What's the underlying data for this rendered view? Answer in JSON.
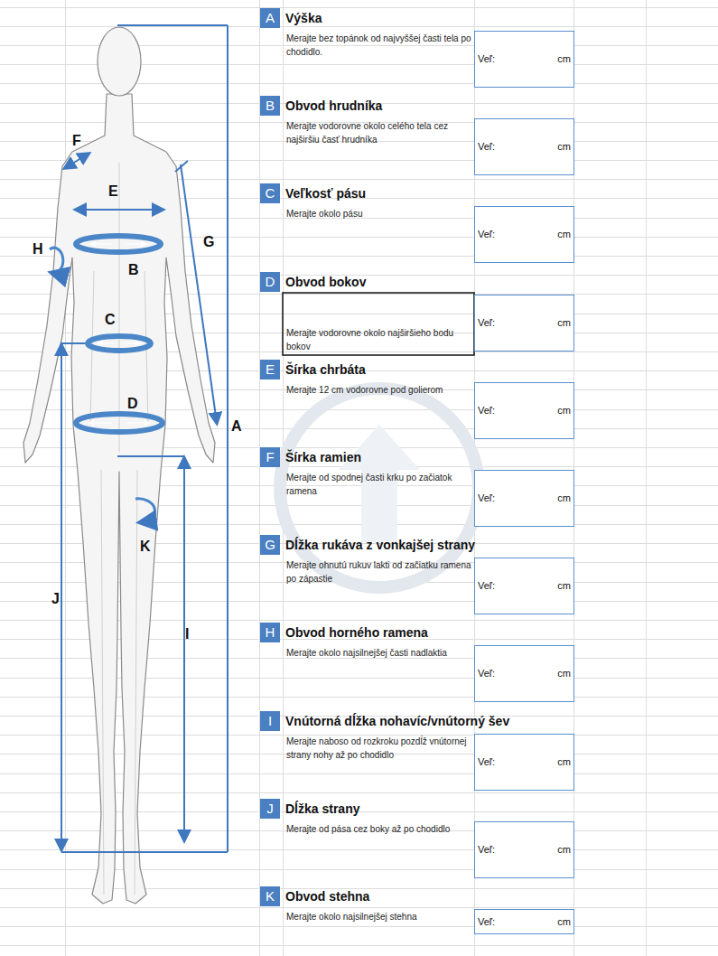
{
  "diagram": {
    "nodes": [
      {
        "text": [
          "A",
          "Výška"
        ]
      },
      {
        "text": [
          "Veľ:",
          "cm"
        ]
      },
      {
        "text": [
          "B",
          "Obvod hrudníka"
        ]
      },
      {
        "text": [
          "Veľ:",
          "cm"
        ]
      },
      {
        "text": [
          "C",
          "Veľkosť pásu"
        ]
      },
      {
        "text": [
          "Veľ:",
          "cm"
        ]
      },
      {
        "text": [
          "D",
          "Obvod bokov"
        ]
      },
      {
        "text": [
          "Veľ:",
          "cm"
        ]
      },
      {
        "text": [
          "E",
          "Šírka chrbáta"
        ]
      },
      {
        "text": [
          "Veľ:",
          "cm"
        ]
      },
      {
        "text": [
          "F",
          "Šírka ramien"
        ]
      },
      {
        "text": [
          "Veľ:",
          "cm"
        ]
      },
      {
        "text": [
          "G",
          "Dĺžka rukáva z vonkajšej strany"
        ]
      },
      {
        "text": [
          "Veľ:",
          "cm"
        ]
      },
      {
        "text": [
          "H",
          "Obvod horného ramena"
        ]
      },
      {
        "text": [
          "Veľ:",
          "cm"
        ]
      },
      {
        "text": [
          "I",
          "Vnútorná dĺžka nohavíc/vnútorný šev"
        ]
      },
      {
        "text": [
          "Veľ:",
          "cm"
        ]
      },
      {
        "text": [
          "J",
          "Dĺžka strany"
        ]
      },
      {
        "text": [
          "Veľ:",
          "cm"
        ]
      },
      {
        "text": [
          "K",
          "Obvod stehna"
        ]
      },
      {
        "text": [
          "Veľ:",
          "cm"
        ]
      }
    ],
    "edges": [],
    "labels": [
      "F",
      "E",
      "H",
      "B",
      "G",
      "C",
      "D",
      "A",
      "K",
      "J",
      "I",
      "Merajte bez topánok od najvyššej časti tela po chodidlo.",
      "Merajte vodorovne okolo celého tela cez najširšiu časť hrudníka",
      "Merajte okolo pásu",
      "Merajte  vodorovne okolo najširšieho bodu bokov",
      "Merajte 12 cm vodorovne pod golierom",
      "Merajte od spodnej časti krku po začiatok ramena",
      "Merajte ohnutú rukuv lakti od začiatku ramena po zápastie",
      "Merajte okolo najsilnejšej časti nadlaktia",
      "Merajte naboso od rozkroku pozdĺž vnútornej strany nohy až po chodidlo",
      "Merajte od pása cez boky až po chodidlo",
      "Merajte okolo najsilnejšej stehna"
    ]
  }
}
